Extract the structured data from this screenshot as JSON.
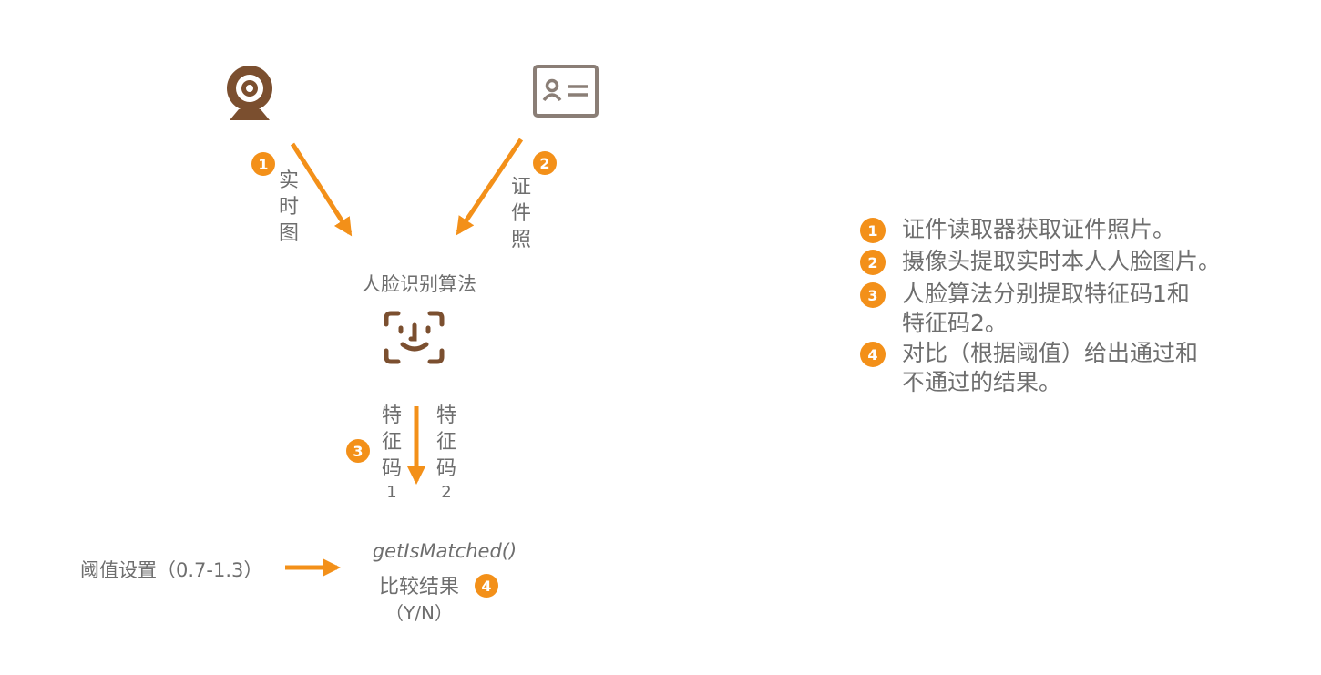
{
  "colors": {
    "accent": "#f39019",
    "icon": "#7b4f2f",
    "id_card": "#8a7e76",
    "text": "#6e6e6e"
  },
  "nodes": {
    "webcam": {
      "icon": "webcam-icon"
    },
    "id_card": {
      "icon": "id-card-icon"
    },
    "algorithm": {
      "label": "人脸识别算法",
      "icon": "face-scan-icon"
    },
    "threshold": {
      "label": "阈值设置（0.7-1.3）"
    },
    "result": {
      "func": "getIsMatched()",
      "label": "比较结果",
      "yn": "（Y/N）"
    }
  },
  "edges": {
    "live": {
      "badge": "1",
      "chars": [
        "实",
        "时",
        "图"
      ]
    },
    "idphoto": {
      "badge": "2",
      "chars": [
        "证",
        "件",
        "照"
      ]
    },
    "feature": {
      "badge": "3",
      "left": {
        "chars": [
          "特",
          "征",
          "码"
        ],
        "num": "1"
      },
      "right": {
        "chars": [
          "特",
          "征",
          "码"
        ],
        "num": "2"
      }
    },
    "compare": {
      "badge": "4"
    }
  },
  "legend": [
    {
      "num": "1",
      "text": "证件读取器获取证件照片。"
    },
    {
      "num": "2",
      "text": "摄像头提取实时本人人脸图片。"
    },
    {
      "num": "3",
      "text": "人脸算法分别提取特征码1和特征码2。"
    },
    {
      "num": "4",
      "text": "对比（根据阈值）给出通过和不通过的结果。"
    }
  ]
}
